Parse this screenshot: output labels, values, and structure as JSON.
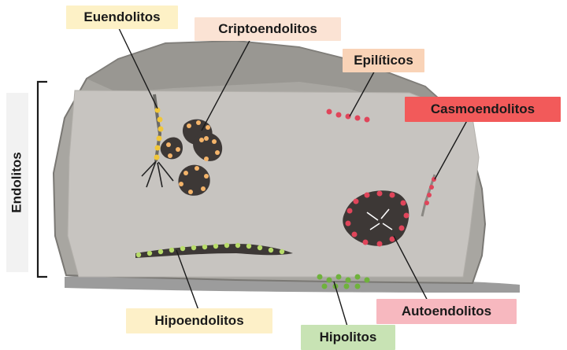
{
  "labels": {
    "euendolitos": "Euendolitos",
    "criptoendolitos": "Criptoendolitos",
    "epiliticos": "Epilíticos",
    "casmoendolitos": "Casmoendolitos",
    "endolitos": "Endolitos",
    "hipoendolitos": "Hipoendolitos",
    "autoendolitos": "Autoendolitos",
    "hipolitos": "Hipolitos"
  },
  "colors": {
    "euendolitos_bg": "#fdf1c6",
    "criptoendolitos_bg": "#fbe3d4",
    "epiliticos_bg": "#f9d3b7",
    "casmoendolitos_bg": "#f25a5a",
    "hipoendolitos_bg": "#fdf0c8",
    "autoendolitos_bg": "#f7b8bf",
    "hipolitos_bg": "#c8e3b4",
    "endolitos_bg": "#f2f2f2",
    "rock_outer": "#a8a6a1",
    "rock_cut": "#c7c4c0",
    "dot_yellow": "#f0c63a",
    "dot_orange": "#f4b46a",
    "dot_red": "#e0455a",
    "dot_green": "#b8dc6a"
  }
}
